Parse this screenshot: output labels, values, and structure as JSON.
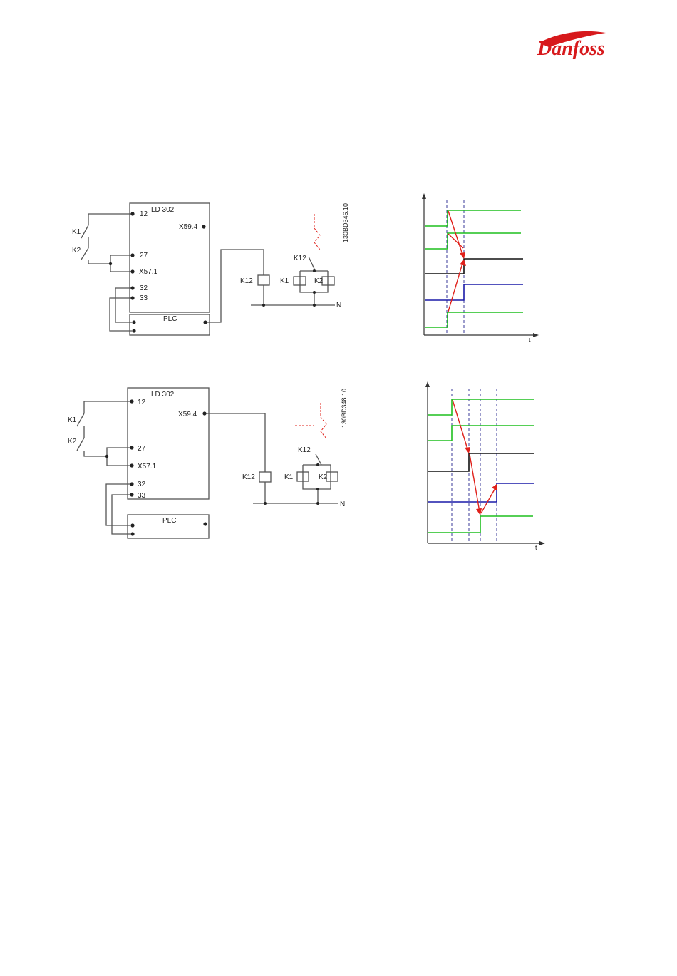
{
  "brand": {
    "logo_text": "Danfoss",
    "color": "#d7191c"
  },
  "diagram1": {
    "box_title": "LD 302",
    "terminals": [
      "12",
      "27",
      "X57.1",
      "32",
      "33"
    ],
    "output_terminal": "X59.4",
    "switches": [
      "K1",
      "K2"
    ],
    "plc": "PLC",
    "relay": "K12",
    "relay_contact": "K12",
    "coils": [
      "K1",
      "K2"
    ],
    "neutral": "N",
    "ref_code": "130BD346.10"
  },
  "diagram2": {
    "box_title": "LD 302",
    "terminals": [
      "12",
      "27",
      "X57.1",
      "32",
      "33"
    ],
    "output_terminal": "X59.4",
    "switches": [
      "K1",
      "K2"
    ],
    "plc": "PLC",
    "relay": "K12",
    "relay_contact": "K12",
    "coils": [
      "K1",
      "K2"
    ],
    "neutral": "N",
    "ref_code": "130BD348.10"
  },
  "timing1": {
    "axis_label": "t"
  },
  "timing2": {
    "axis_label": "t"
  },
  "colors": {
    "green": "#1fbf1f",
    "black": "#111111",
    "blue": "#1a1aa8",
    "red": "#e0201a",
    "line": "#555555",
    "dash": "#3a3a9a"
  }
}
